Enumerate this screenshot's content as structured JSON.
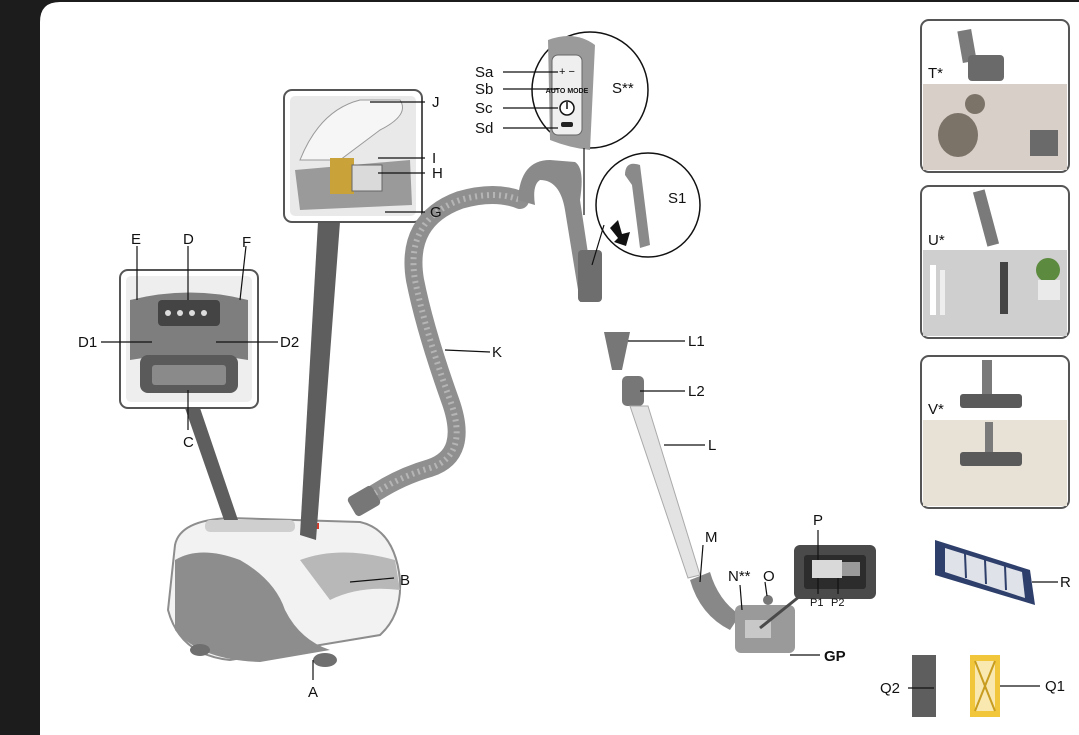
{
  "colors": {
    "frame": "#1c1c1c",
    "body_white": "#f2f2f2",
    "body_grey": "#8d8d8d",
    "hose": "#9a9a9a",
    "tube": "#e3e3e3",
    "filter_blue": "#2e3f6b",
    "filter_yellow": "#f1c63b",
    "accent_red": "#d43b2a"
  },
  "labels": {
    "A": "A",
    "B": "B",
    "C": "C",
    "D": "D",
    "D1": "D1",
    "D2": "D2",
    "E": "E",
    "F": "F",
    "G": "G",
    "H": "H",
    "I": "I",
    "J": "J",
    "K": "K",
    "L": "L",
    "L1": "L1",
    "L2": "L2",
    "M": "M",
    "N": "N**",
    "O": "O",
    "P": "P",
    "P1": "P1",
    "P2": "P2",
    "GP": "GP",
    "Q1": "Q1",
    "Q2": "Q2",
    "R": "R",
    "S": "S**",
    "S1": "S1",
    "Sa": "Sa",
    "Sb": "Sb",
    "Sc": "Sc",
    "Sd": "Sd",
    "T": "T*",
    "U": "U*",
    "V": "V*"
  },
  "panel_text": {
    "auto_mode": "AUTO MODE",
    "plus_minus": "+ −"
  },
  "icons": [
    "power-icon",
    "arrows-icon"
  ]
}
